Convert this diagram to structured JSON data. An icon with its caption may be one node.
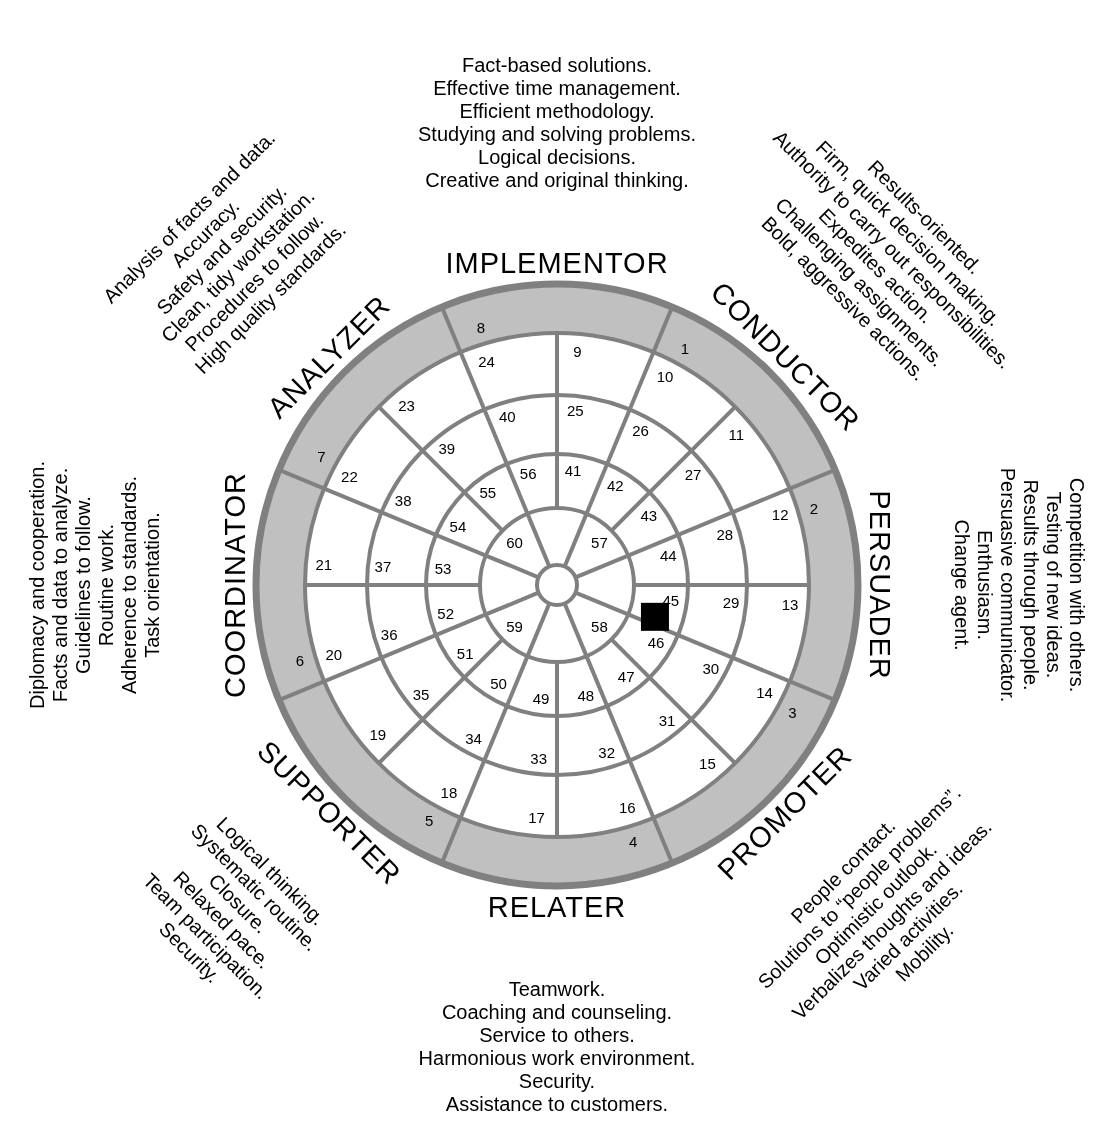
{
  "diagram": {
    "nodes": [
      {
        "text": [
          "IMPLEMENTOR"
        ],
        "beside": [
          "Fact-based solutions.",
          "Effective time management.",
          "Efficient methodology.",
          "Studying and solving problems.",
          "Logical decisions.",
          "Creative and original thinking."
        ]
      },
      {
        "text": [
          "CONDUCTOR"
        ],
        "beside": [
          "Results-oriented.",
          "Firm, quick decision making.",
          "Authority to carry out responsibilities.",
          "Expedites action.",
          "Challenging assignments.",
          "Bold, aggressive actions."
        ]
      },
      {
        "text": [
          "PERSUADER"
        ],
        "beside": [
          "Competition with others.",
          "Testing of new ideas.",
          "Results through people.",
          "Persuasive communicator.",
          "Enthusiasm.",
          "Change agent."
        ]
      },
      {
        "text": [
          "PROMOTER"
        ],
        "beside": [
          "People contact.",
          "Solutions to “people problems”.",
          "Optimistic outlook.",
          "Verbalizes thoughts and ideas.",
          "Varied activities.",
          "Mobility."
        ]
      },
      {
        "text": [
          "RELATER"
        ],
        "beside": [
          "Teamwork.",
          "Coaching and counseling.",
          "Service to others.",
          "Harmonious work environment.",
          "Security.",
          "Assistance to customers."
        ]
      },
      {
        "text": [
          "SUPPORTER"
        ],
        "beside": [
          "Logical thinking.",
          "Systematic routine.",
          "Closure.",
          "Relaxed pace.",
          "Team participation.",
          "Security."
        ]
      },
      {
        "text": [
          "COORDINATOR"
        ],
        "beside": [
          "Diplomacy and cooperation.",
          "Facts and data to analyze.",
          "Guidelines to follow.",
          "Routine work.",
          "Adherence to standards.",
          "Task orientation."
        ]
      },
      {
        "text": [
          "ANALYZER"
        ],
        "beside": [
          "Analysis of facts and data.",
          "Accuracy.",
          "Safety and security.",
          "Clean, tidy workstation.",
          "Procedures to follow.",
          "High quality standards."
        ]
      }
    ],
    "labels": [
      "1",
      "2",
      "3",
      "4",
      "5",
      "6",
      "7",
      "8",
      "9",
      "10",
      "11",
      "12",
      "13",
      "14",
      "15",
      "16",
      "17",
      "18",
      "19",
      "20",
      "21",
      "22",
      "23",
      "24",
      "25",
      "26",
      "27",
      "28",
      "29",
      "30",
      "31",
      "32",
      "33",
      "34",
      "35",
      "36",
      "37",
      "38",
      "39",
      "40",
      "41",
      "42",
      "43",
      "44",
      "45",
      "46",
      "47",
      "48",
      "49",
      "50",
      "51",
      "52",
      "53",
      "54",
      "55",
      "56",
      "57",
      "58",
      "59",
      "60"
    ]
  }
}
